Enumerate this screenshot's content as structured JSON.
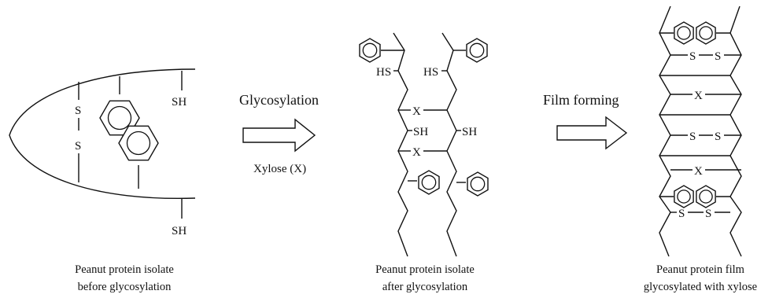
{
  "steps": {
    "glycosylation_label": "Glycosylation",
    "reagent_label": "Xylose (X)",
    "film_label": "Film forming"
  },
  "atoms": {
    "sh": "SH",
    "hs": "HS",
    "s": "S",
    "x": "X"
  },
  "captions": {
    "before_line1": "Peanut protein isolate",
    "before_line2": "before glycosylation",
    "after_line1": "Peanut protein isolate",
    "after_line2": "after glycosylation",
    "film_line1": "Peanut protein film",
    "film_line2": "glycosylated with xylose"
  },
  "colors": {
    "line": "#111111",
    "arrow_fill": "#ffffff",
    "background": "#ffffff"
  }
}
